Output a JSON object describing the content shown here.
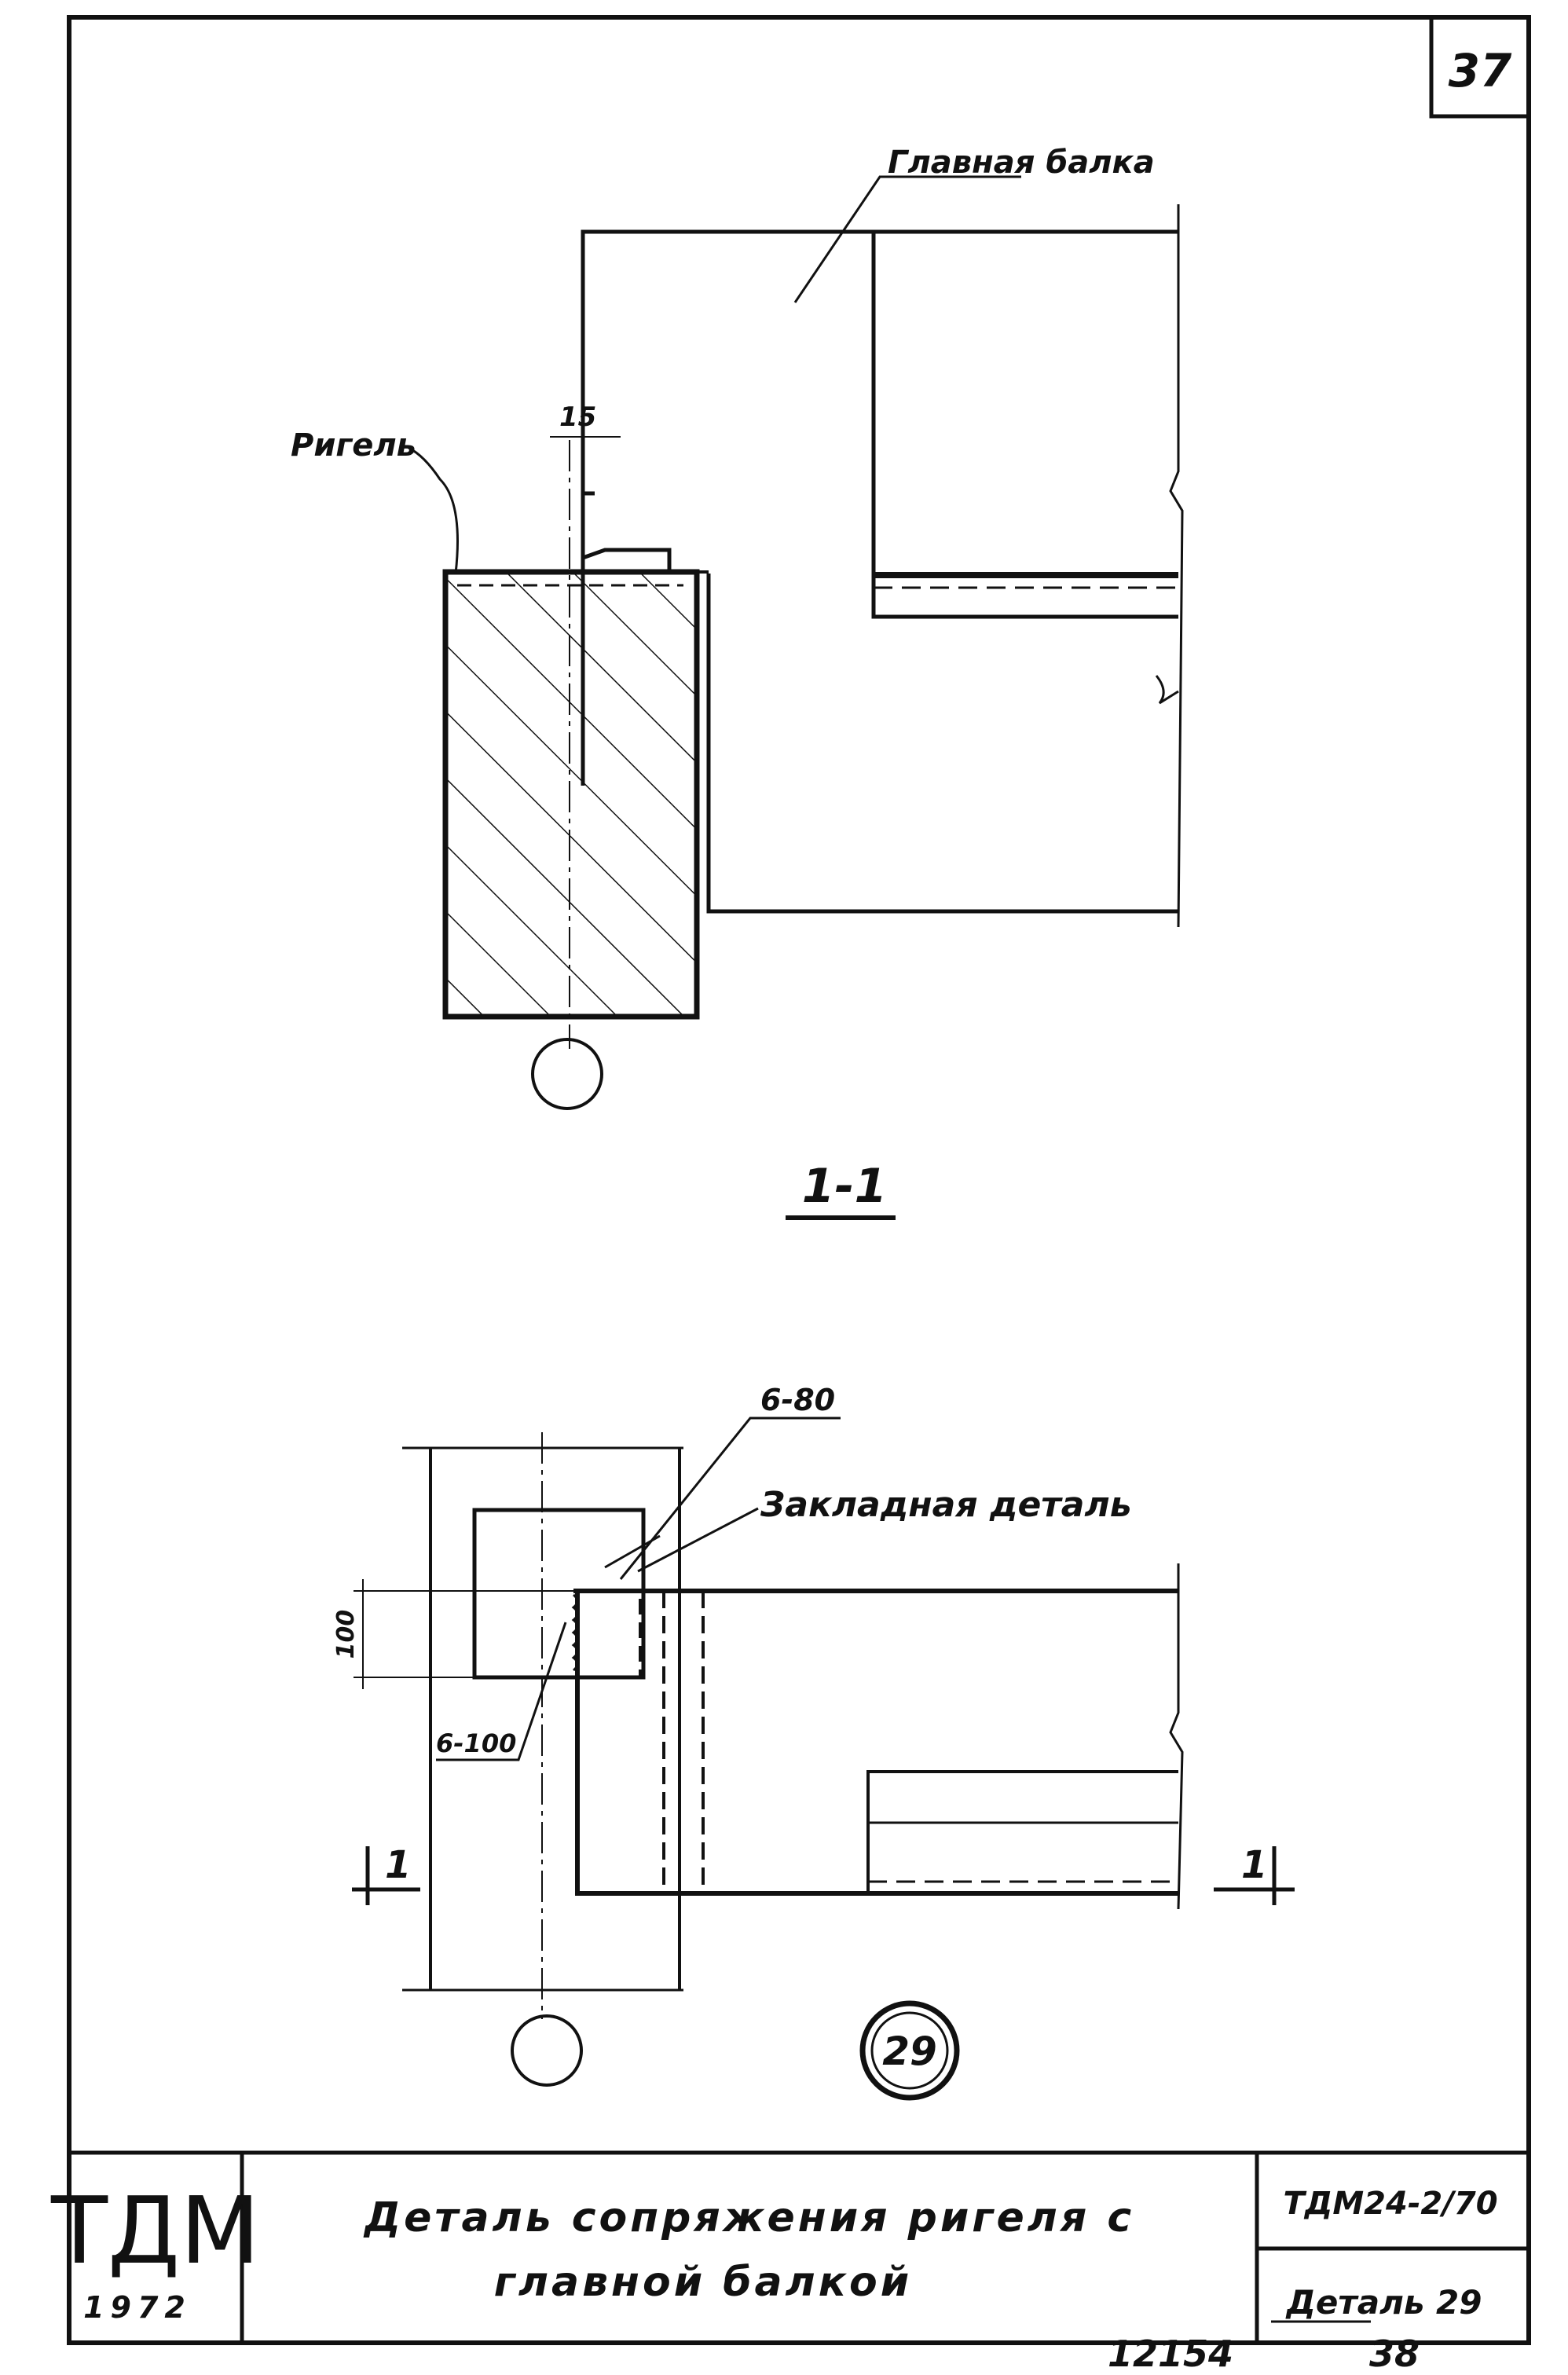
{
  "sheet": {
    "page_number": "37",
    "bottom_numbers": {
      "left": "12154",
      "right": "38"
    }
  },
  "section_view": {
    "label_main_beam": "Главная балка",
    "label_rigel": "Ригель",
    "dim_15": "15",
    "section_label": "1-1"
  },
  "plan_view": {
    "label_6_80": "6-80",
    "label_embedded_detail": "Закладная деталь",
    "dim_100": "100",
    "label_6_100": "6-100",
    "cut_mark_left": "1",
    "cut_mark_right": "1",
    "detail_number": "29"
  },
  "title_block": {
    "logo": "ТДМ",
    "year": "1972",
    "title_line1": "Деталь сопряжения ригеля с",
    "title_line2": "главной балкой",
    "series": "ТДМ24-2/70",
    "detail": "Деталь 29"
  }
}
